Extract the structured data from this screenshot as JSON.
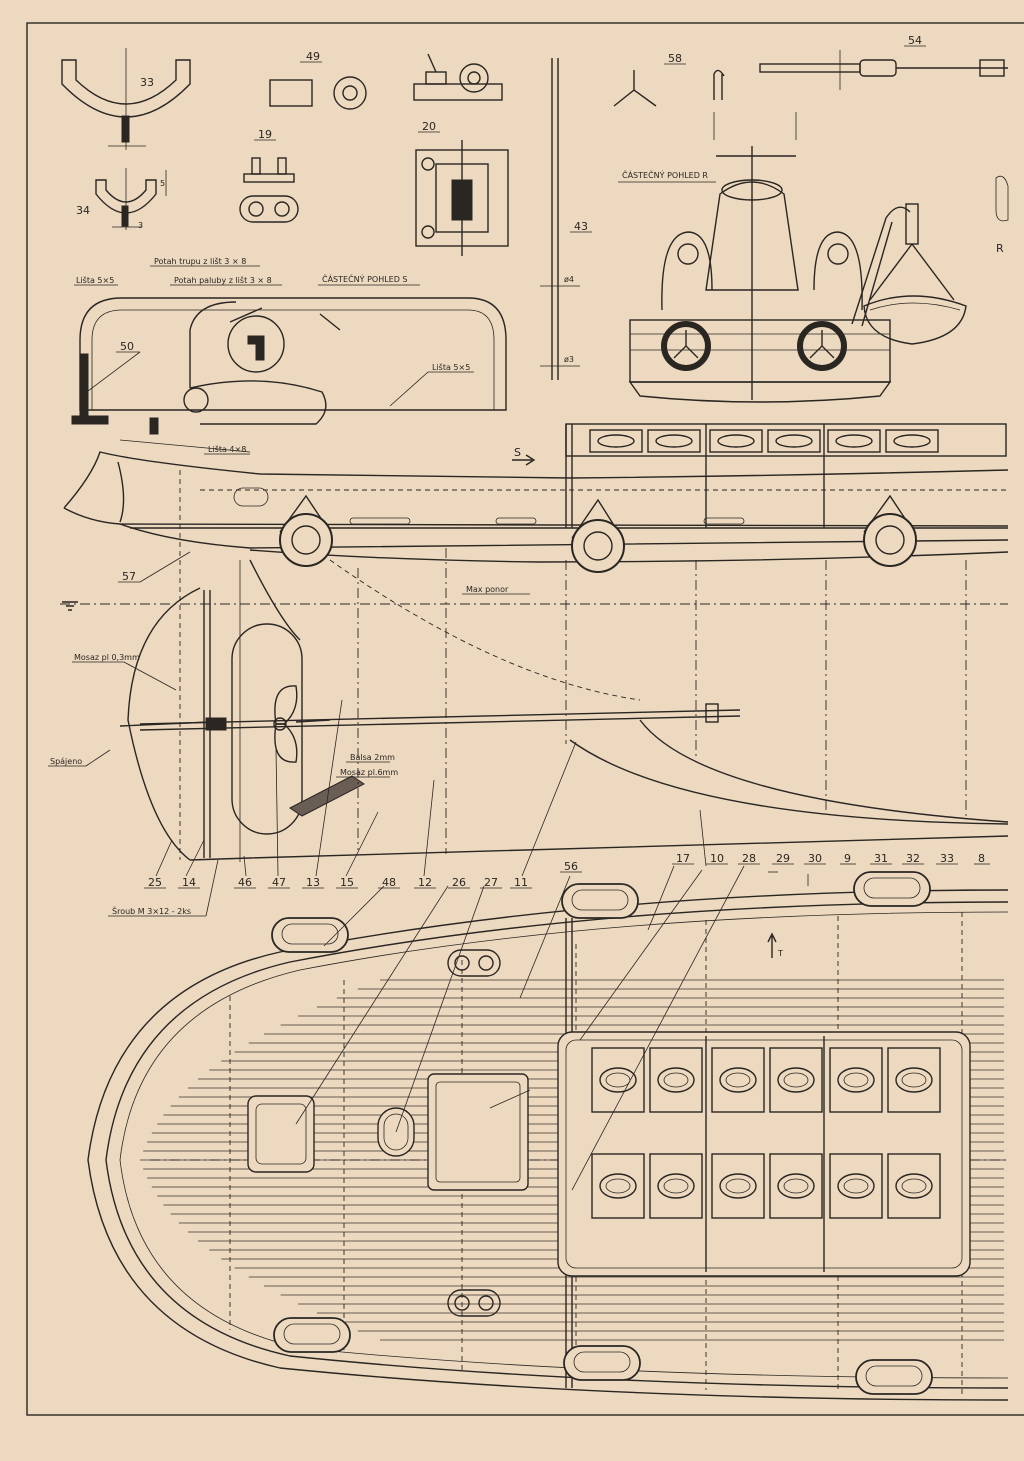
{
  "views": {
    "partial_view_s": "ČÁSTEČNÝ  POHLED  S",
    "partial_view_r": "ČÁSTEČNÝ  POHLED R",
    "section_marker_s": "S",
    "section_marker_r": "R",
    "direction_marker_t": "T"
  },
  "notes": {
    "lista_5x5_top": "Lišta 5×5",
    "potah_trupu": "Potah  trupu z lišt  3 × 8",
    "potah_paluby": "Potah paluby z lišt  3 × 8",
    "lista_5x5_right": "Lišta 5×5",
    "lista_4x8": "Lišta 4×8",
    "max_ponor": "Max ponor",
    "mosaz_03": "Mosaz pl 0,3mm",
    "spajeno": "Spájeno",
    "balsa_2mm": "Balsa 2mm",
    "mosaz_6mm": "Mosaz pl.6mm",
    "sroub": "Šroub M 3×12 - 2ks",
    "dim_5": "5",
    "dim_3": "3",
    "dim_phi4": "ø4",
    "dim_phi3": "ø3"
  },
  "detail_numbers": {
    "n33": "33",
    "n49": "49",
    "n19": "19",
    "n20": "20",
    "n58": "58",
    "n54": "54",
    "n34": "34",
    "n43": "43",
    "n50": "50",
    "n57": "57"
  },
  "part_callouts": [
    "25",
    "14",
    "46",
    "47",
    "13",
    "15",
    "48",
    "12",
    "26",
    "27",
    "11",
    "56",
    "17",
    "10",
    "28",
    "29",
    "30",
    "9",
    "31",
    "32",
    "33",
    "8"
  ]
}
